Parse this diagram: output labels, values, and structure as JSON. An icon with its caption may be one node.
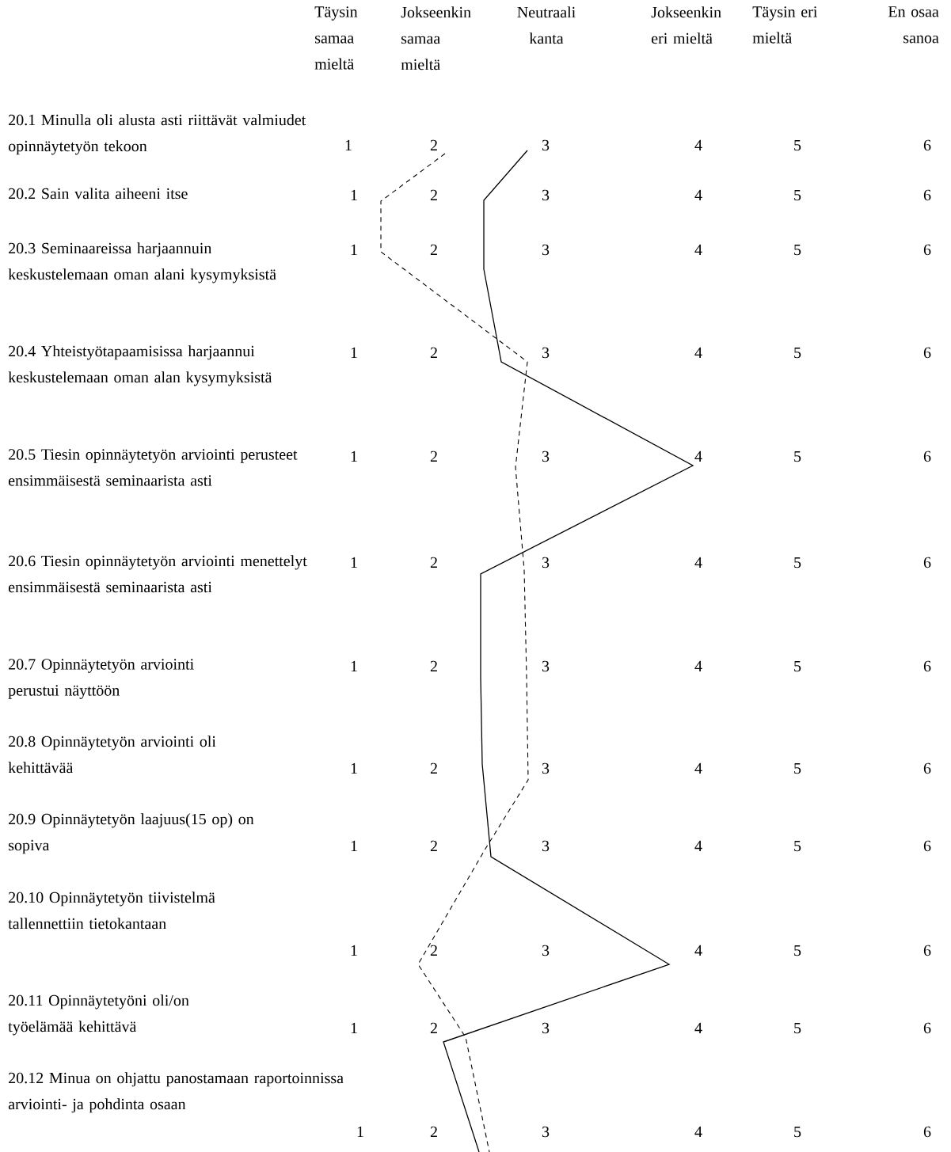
{
  "diagram": {
    "labels": [
      "Täysin samaa mieltä",
      "Jokseenkin samaa mieltä",
      "Neutraali kanta",
      "Jokseenkin eri mieltä",
      "Täysin eri mieltä",
      "En osaa sanoa",
      "20.1  Minulla oli alusta asti riittävät valmiudet opinnäytetyön tekoon",
      "1",
      "2",
      "3",
      "4",
      "5",
      "6",
      "20.2  Sain valita aiheeni itse",
      "1",
      "2",
      "3",
      "4",
      "5",
      "6",
      "20.3  Seminaareissa harjaannuin keskustelemaan oman alani kysymyksistä",
      "1",
      "2",
      "3",
      "4",
      "5",
      "6",
      "20.4  Yhteistyötapaamisissa harjaannui keskustelemaan oman alan  kysymyksistä",
      "1",
      "2",
      "3",
      "4",
      "5",
      "6",
      "20.5  Tiesin opinnäytetyön arviointi perusteet ensimmäisestä seminaarista asti",
      "1",
      "2",
      "3",
      "4",
      "5",
      "6",
      "20.6  Tiesin opinnäytetyön arviointi menettelyt ensimmäisestä seminaarista asti",
      "1",
      "2",
      "3",
      "4",
      "5",
      "6",
      "20.7 Opinnäytetyön arviointi perustui näyttöön",
      "1",
      "2",
      "3",
      "4",
      "5",
      "6",
      "20.8 Opinnäytetyön arviointi oli kehittävää",
      "1",
      "2",
      "3",
      "4",
      "5",
      "6",
      "20.9 Opinnäytetyön laajuus(15 op) on sopiva",
      "1",
      "2",
      "3",
      "4",
      "5",
      "6",
      "20.10 Opinnäytetyön tiivistelmä tallennettiin tietokantaan",
      "1",
      "2",
      "3",
      "4",
      "5",
      "6",
      "20.11 Opinnäytetyöni oli/on työelämää kehittävä",
      "1",
      "2",
      "3",
      "4",
      "5",
      "6",
      "20.12  Minua on ohjattu panostamaan raportoinnissa arviointi- ja pohdinta osaan",
      "1",
      "2",
      "3",
      "4",
      "5",
      "6"
    ]
  }
}
